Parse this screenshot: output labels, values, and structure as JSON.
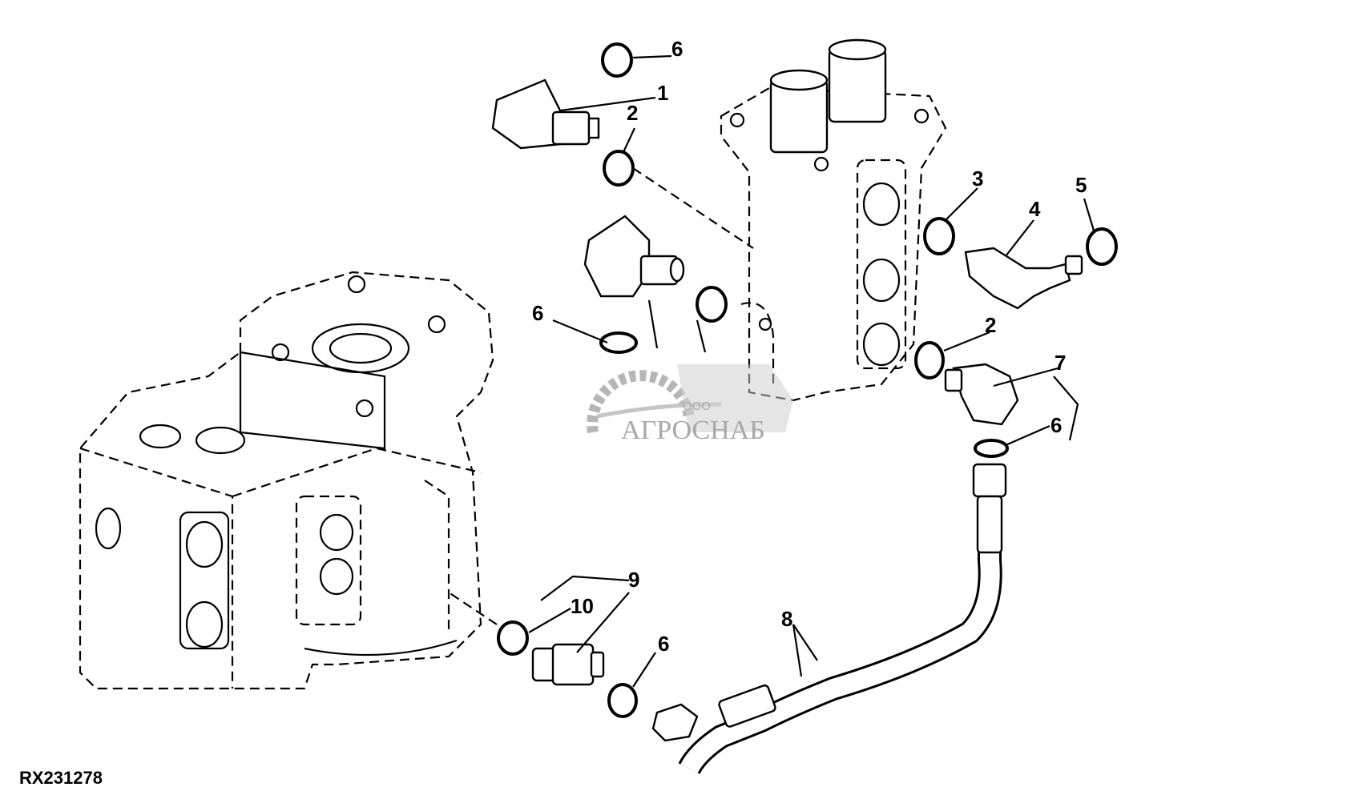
{
  "diagram": {
    "figure_code": "RX231278",
    "watermark": {
      "company_prefix": "ООО",
      "company_name": "АГРОСНАБ"
    },
    "callouts": [
      {
        "id": "callout-6-top",
        "label": "6"
      },
      {
        "id": "callout-1",
        "label": "1"
      },
      {
        "id": "callout-2-top",
        "label": "2"
      },
      {
        "id": "callout-3",
        "label": "3"
      },
      {
        "id": "callout-4",
        "label": "4"
      },
      {
        "id": "callout-5",
        "label": "5"
      },
      {
        "id": "callout-6-left",
        "label": "6"
      },
      {
        "id": "callout-2-right",
        "label": "2"
      },
      {
        "id": "callout-7",
        "label": "7"
      },
      {
        "id": "callout-6-right",
        "label": "6"
      },
      {
        "id": "callout-9",
        "label": "9"
      },
      {
        "id": "callout-10",
        "label": "10"
      },
      {
        "id": "callout-6-bottom",
        "label": "6"
      },
      {
        "id": "callout-8",
        "label": "8"
      }
    ]
  }
}
